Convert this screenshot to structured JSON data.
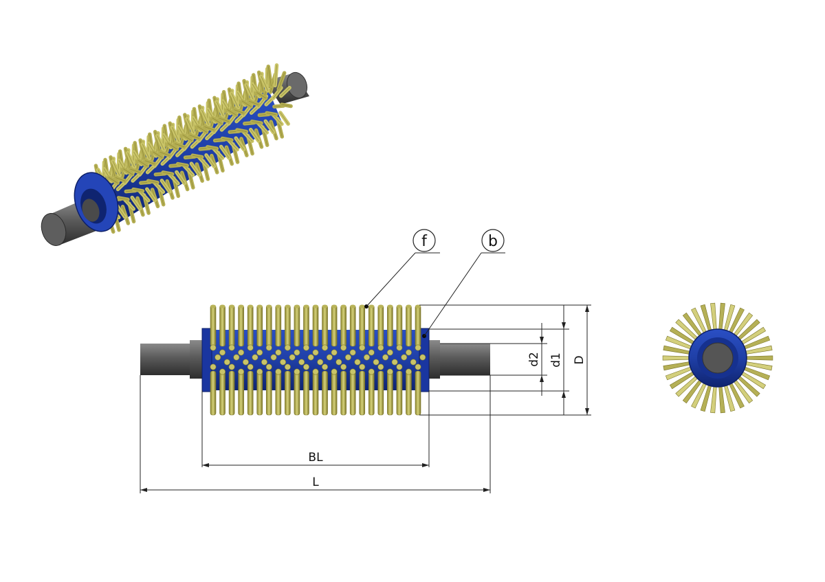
{
  "callouts": {
    "f": "f",
    "b": "b"
  },
  "dimensions": {
    "d2": "d2",
    "d1": "d1",
    "D": "D",
    "BL": "BL",
    "L": "L"
  },
  "colors": {
    "bristle": "#c9c468",
    "bristle_dark": "#7a7428",
    "core": "#1f3fa6",
    "core_dark": "#0d1f66",
    "shaft": "#4f4f4f",
    "shaft_light": "#7c7c7c",
    "line": "#222222"
  }
}
